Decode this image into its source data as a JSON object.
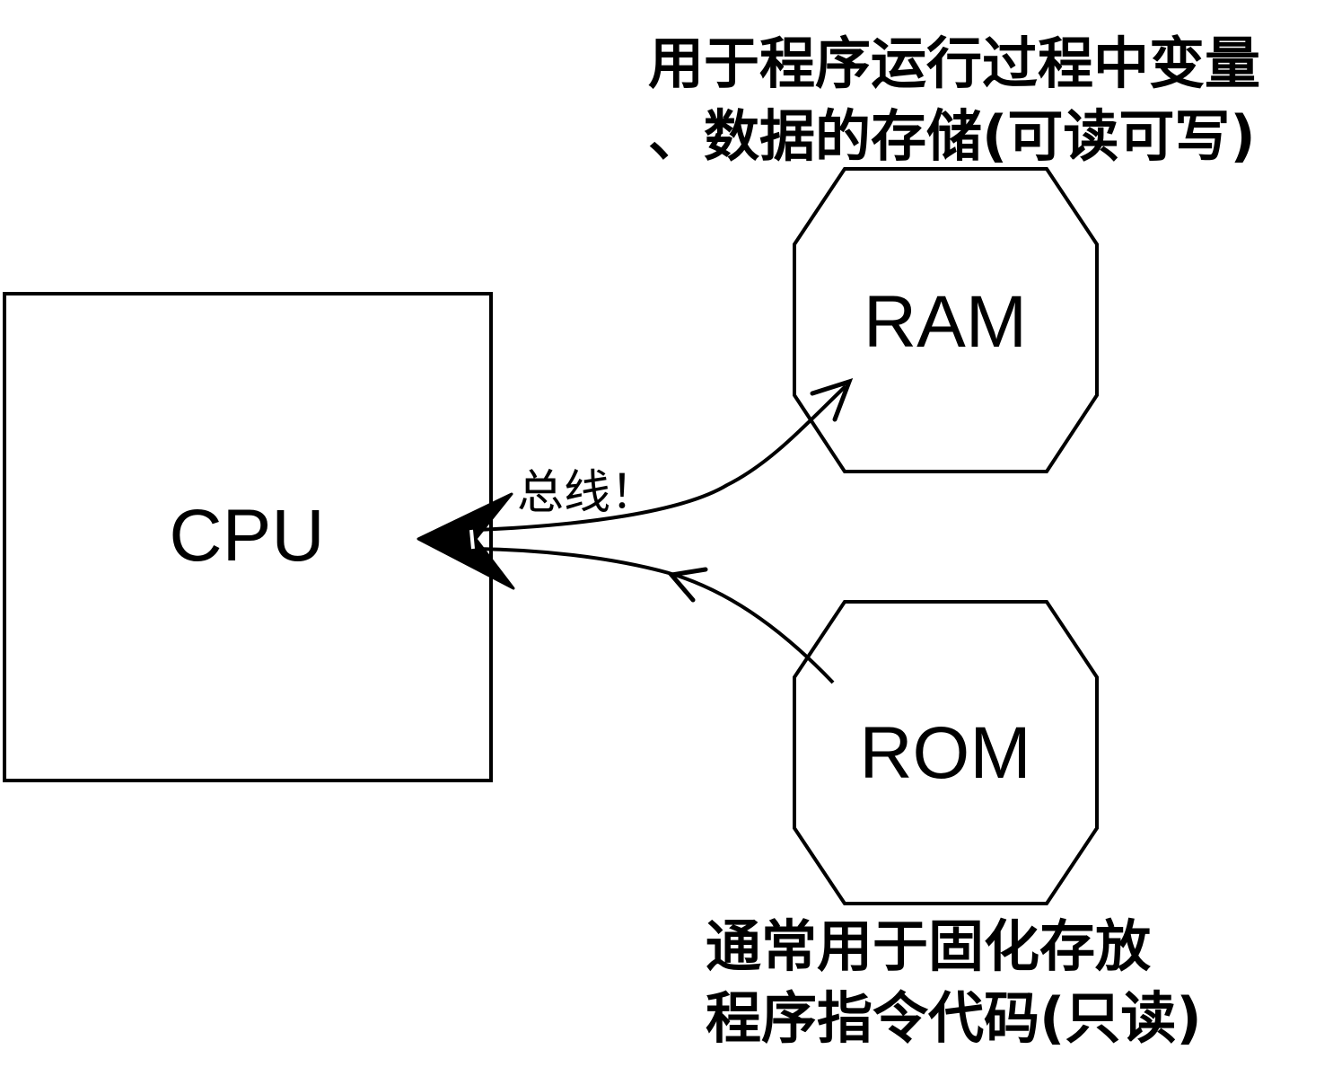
{
  "diagram": {
    "nodes": {
      "cpu": {
        "label": "CPU",
        "shape": "rectangle"
      },
      "ram": {
        "label": "RAM",
        "shape": "octagon"
      },
      "rom": {
        "label": "ROM",
        "shape": "octagon"
      }
    },
    "annotations": {
      "ram_note_line1": "用于程序运行过程中变量",
      "ram_note_line2": "、数据的存储(可读可写)",
      "rom_note_line1": "通常用于固化存放",
      "rom_note_line2": "程序指令代码(只读)",
      "bus_label": "总线！"
    },
    "edges": [
      {
        "from": "cpu",
        "to": "ram",
        "direction": "bidirectional",
        "label": "总线！"
      },
      {
        "from": "rom",
        "to": "cpu",
        "direction": "to-cpu"
      }
    ],
    "colors": {
      "stroke": "#000000",
      "background": "#ffffff"
    }
  }
}
